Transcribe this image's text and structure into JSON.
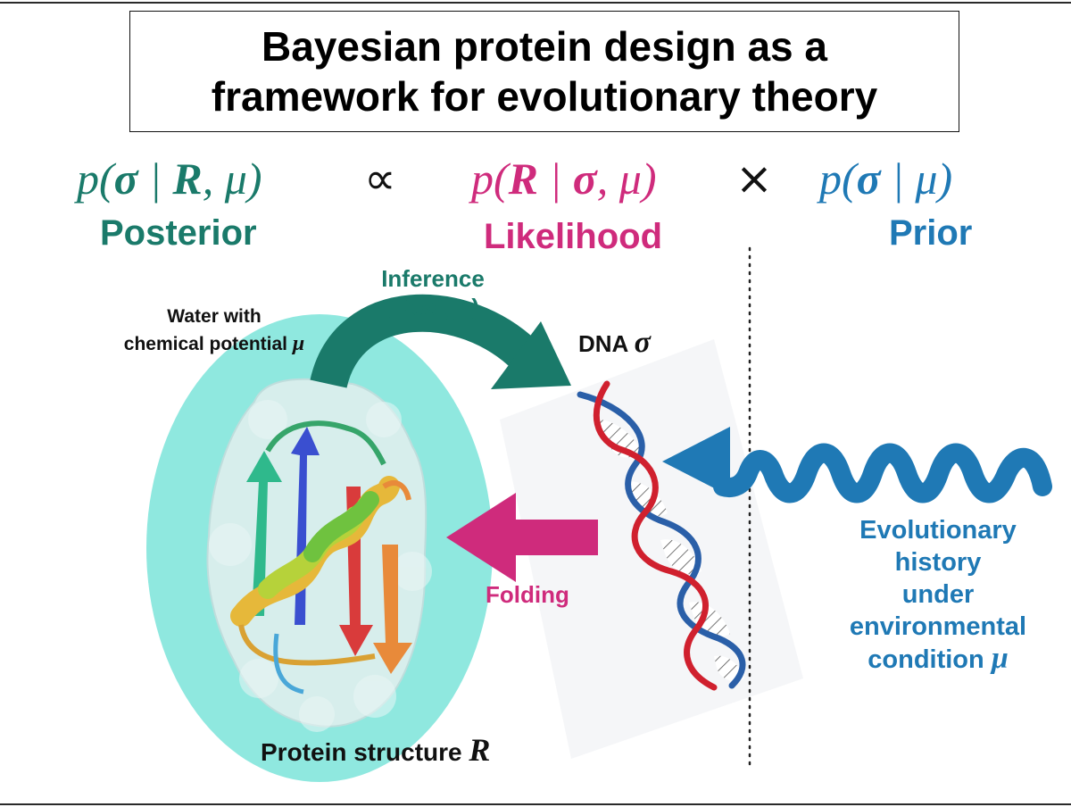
{
  "title": {
    "line1": "Bayesian protein design as a",
    "line2": "framework for evolutionary theory"
  },
  "equation": {
    "posterior": {
      "p": "p(",
      "a": "σ",
      "bar": " | ",
      "b": "R",
      "c": ", μ)",
      "label": "Posterior"
    },
    "proportional": "∝",
    "likelihood": {
      "p": "p(",
      "a": "R",
      "bar": " | ",
      "b": "σ",
      "c": ", μ)",
      "label": "Likelihood"
    },
    "times": "×",
    "prior": {
      "p": "p(",
      "a": "σ",
      "bar": " | ",
      "c": "μ)",
      "label": "Prior"
    }
  },
  "labels": {
    "water_line1": "Water with",
    "water_line2": "chemical potential",
    "water_mu": "μ",
    "inference_line1": "Inference",
    "inference_line2": "(Design)",
    "dna": "DNA",
    "dna_sigma": "σ",
    "folding": "Folding",
    "protein": "Protein structure",
    "protein_R": "R",
    "evo_line1": "Evolutionary",
    "evo_line2": "history",
    "evo_line3": "under",
    "evo_line4": "environmental",
    "evo_line5": "condition",
    "evo_mu": "μ"
  },
  "colors": {
    "teal": "#1a7a6a",
    "pink": "#cf2b7c",
    "blue": "#1f79b5",
    "water": "#8fe8df",
    "dna_red": "#d0202e",
    "dna_blue": "#2a5fa8"
  }
}
